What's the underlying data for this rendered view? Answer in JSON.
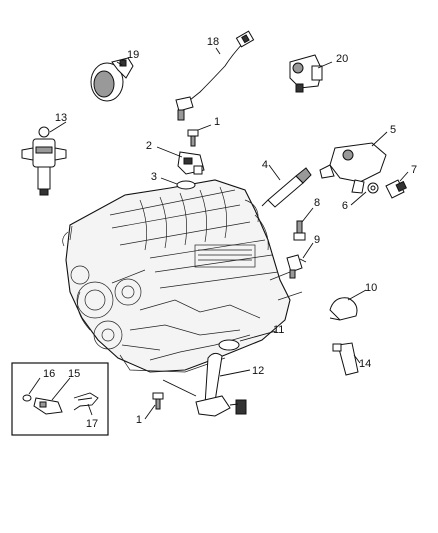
{
  "callouts": {
    "c1a": "1",
    "c1b": "1",
    "c2": "2",
    "c3": "3",
    "c4": "4",
    "c5": "5",
    "c6": "6",
    "c7": "7",
    "c8": "8",
    "c9": "9",
    "c10": "10",
    "c11": "11",
    "c12": "12",
    "c13": "13",
    "c14": "14",
    "c15": "15",
    "c16": "16",
    "c17": "17",
    "c18": "18",
    "c19": "19",
    "c20": "20"
  }
}
